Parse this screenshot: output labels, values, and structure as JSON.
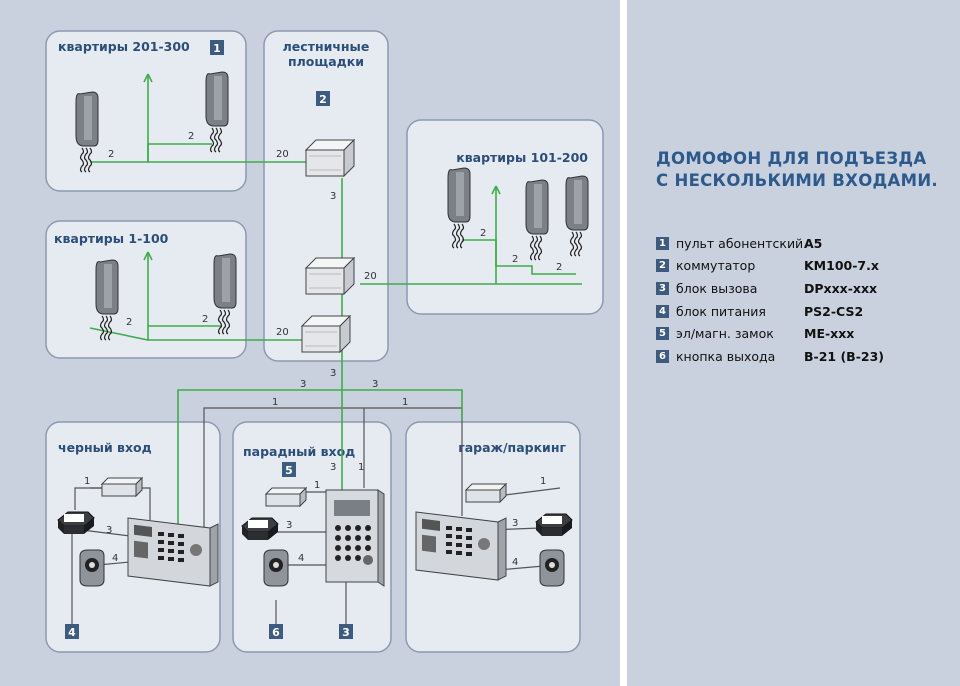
{
  "title": {
    "line1": "ДОМОФОН ДЛЯ ПОДЪЕЗДА",
    "line2": "С НЕСКОЛЬКИМИ ВХОДАМИ."
  },
  "legend": [
    {
      "num": "1",
      "label": "пульт абонентский",
      "model": "A5"
    },
    {
      "num": "2",
      "label": "коммутатор",
      "model": "KM100-7.x"
    },
    {
      "num": "3",
      "label": "блок вызова",
      "model": "DPxxx-xxx"
    },
    {
      "num": "4",
      "label": "блок питания",
      "model": "PS2-CS2"
    },
    {
      "num": "5",
      "label": "эл/магн. замок",
      "model": "ME-xxx"
    },
    {
      "num": "6",
      "label": "кнопка выхода",
      "model": "B-21 (B-23)"
    }
  ],
  "panels": {
    "apt_201_300": "квартиры 201-300",
    "stairs_line1": "лестничные",
    "stairs_line2": "площадки",
    "apt_101_200": "квартиры 101-200",
    "apt_1_100": "квартиры 1-100",
    "back_entrance": "черный вход",
    "front_entrance": "парадный вход",
    "garage": "гараж/паркинг"
  },
  "badges": {
    "b1": "1",
    "b2": "2",
    "b3": "3",
    "b4": "4",
    "b5": "5",
    "b6": "6"
  },
  "wire_labels": {
    "w2": "2",
    "w20": "20",
    "w3": "3",
    "w1": "1",
    "w4": "4"
  },
  "colors": {
    "wire_green": "#3fae49",
    "wire_gray": "#555555",
    "panel_fill": "#e6eaf1",
    "panel_border": "#8c99b0",
    "badge": "#3d5a80",
    "title": "#2d5a8c"
  }
}
